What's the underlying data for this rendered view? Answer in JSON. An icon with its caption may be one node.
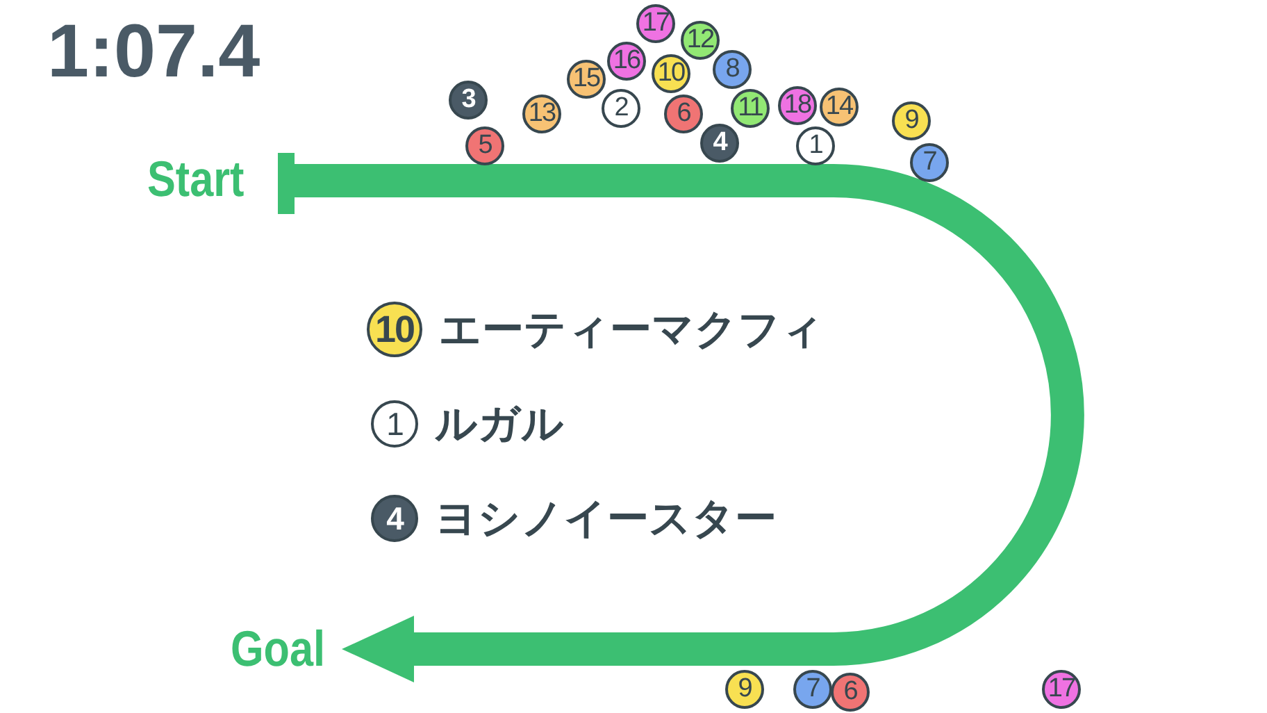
{
  "diagram": {
    "nodes": [
      {
        "text": [
          "Start"
        ]
      },
      {
        "text": [
          "3"
        ]
      },
      {
        "text": [
          "5"
        ]
      },
      {
        "text": [
          "13"
        ]
      },
      {
        "text": [
          "15"
        ]
      },
      {
        "text": [
          "17"
        ]
      },
      {
        "text": [
          "16"
        ]
      },
      {
        "text": [
          "2"
        ]
      },
      {
        "text": [
          "10"
        ]
      },
      {
        "text": [
          "12"
        ]
      },
      {
        "text": [
          "8"
        ]
      },
      {
        "text": [
          "6"
        ]
      },
      {
        "text": [
          "4"
        ]
      },
      {
        "text": [
          "11"
        ]
      },
      {
        "text": [
          "18"
        ]
      },
      {
        "text": [
          "14"
        ]
      },
      {
        "text": [
          "1"
        ]
      },
      {
        "text": [
          "9"
        ]
      },
      {
        "text": [
          "7"
        ]
      },
      {
        "text": [
          "10"
        ],
        "beside": [
          "エーティーマクフィ"
        ]
      },
      {
        "text": [
          "1"
        ],
        "beside": [
          "ルガル"
        ]
      },
      {
        "text": [
          "4"
        ],
        "beside": [
          "ヨシノイースター"
        ]
      },
      {
        "text": [
          "Goal"
        ]
      },
      {
        "text": [
          "9"
        ]
      },
      {
        "text": [
          "7"
        ]
      },
      {
        "text": [
          "6"
        ]
      },
      {
        "text": [
          "17"
        ]
      }
    ],
    "edges": [
      {
        "from": 0,
        "to": 22,
        "arrow": "to"
      }
    ],
    "labels": [
      "1:07.4"
    ]
  }
}
